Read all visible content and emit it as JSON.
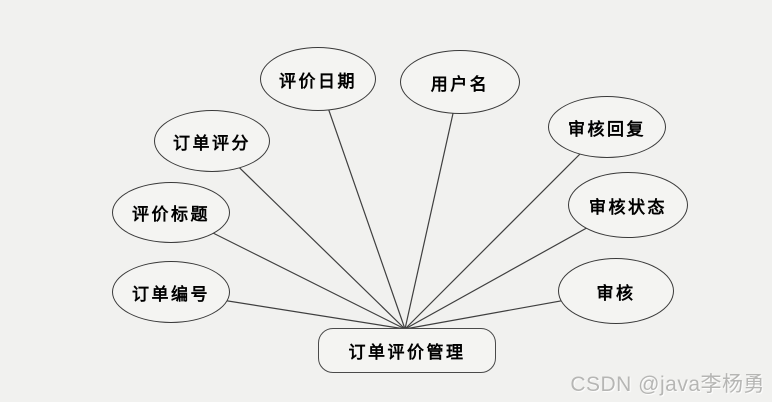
{
  "diagram": {
    "title_entity": {
      "label": "订单评价管理"
    },
    "attribute_nodes": [
      {
        "label": "评价日期"
      },
      {
        "label": "用户名"
      },
      {
        "label": "订单评分"
      },
      {
        "label": "审核回复"
      },
      {
        "label": "评价标题"
      },
      {
        "label": "审核状态"
      },
      {
        "label": "订单编号"
      },
      {
        "label": "审核"
      }
    ],
    "colors": {
      "background": "#f1f1ef",
      "node_fill": "#f4f4f2",
      "node_stroke": "#3a3a3a",
      "text": "#000000",
      "watermark": "#b6b6b4"
    }
  },
  "watermark": {
    "text": "CSDN @java李杨勇"
  }
}
